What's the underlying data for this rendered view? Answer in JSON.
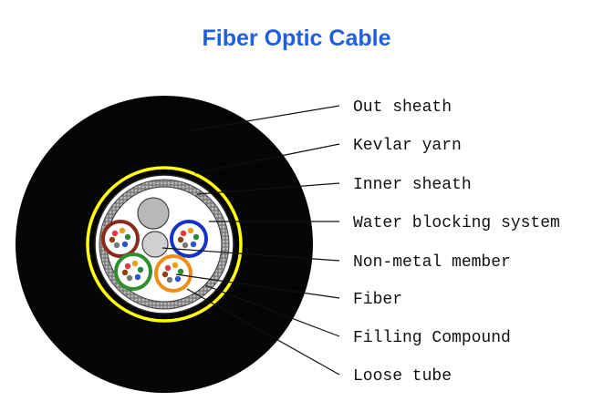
{
  "title": "Fiber Optic Cable",
  "labels": [
    {
      "key": "out_sheath",
      "text": "Out sheath"
    },
    {
      "key": "kevlar_yarn",
      "text": "Kevlar yarn"
    },
    {
      "key": "inner_sheath",
      "text": "Inner sheath"
    },
    {
      "key": "water_blocking",
      "text": "Water blocking system"
    },
    {
      "key": "non_metal_member",
      "text": "Non-metal member"
    },
    {
      "key": "fiber",
      "text": "Fiber"
    },
    {
      "key": "filling_compound",
      "text": "Filling Compound"
    },
    {
      "key": "loose_tube",
      "text": "Loose tube"
    }
  ],
  "colors": {
    "title": "#1f5fe0",
    "out_sheath": "#050505",
    "kevlar_yarn": "#ffff00",
    "inner_sheath": "#ffffff",
    "water_blocking": "#9a9a9a",
    "loose_tube_red": "#8b2a1a",
    "loose_tube_blue": "#1533c9",
    "loose_tube_green": "#2f8f2f",
    "loose_tube_orange": "#f08d12",
    "filler_rod": "#b8b8b8"
  }
}
